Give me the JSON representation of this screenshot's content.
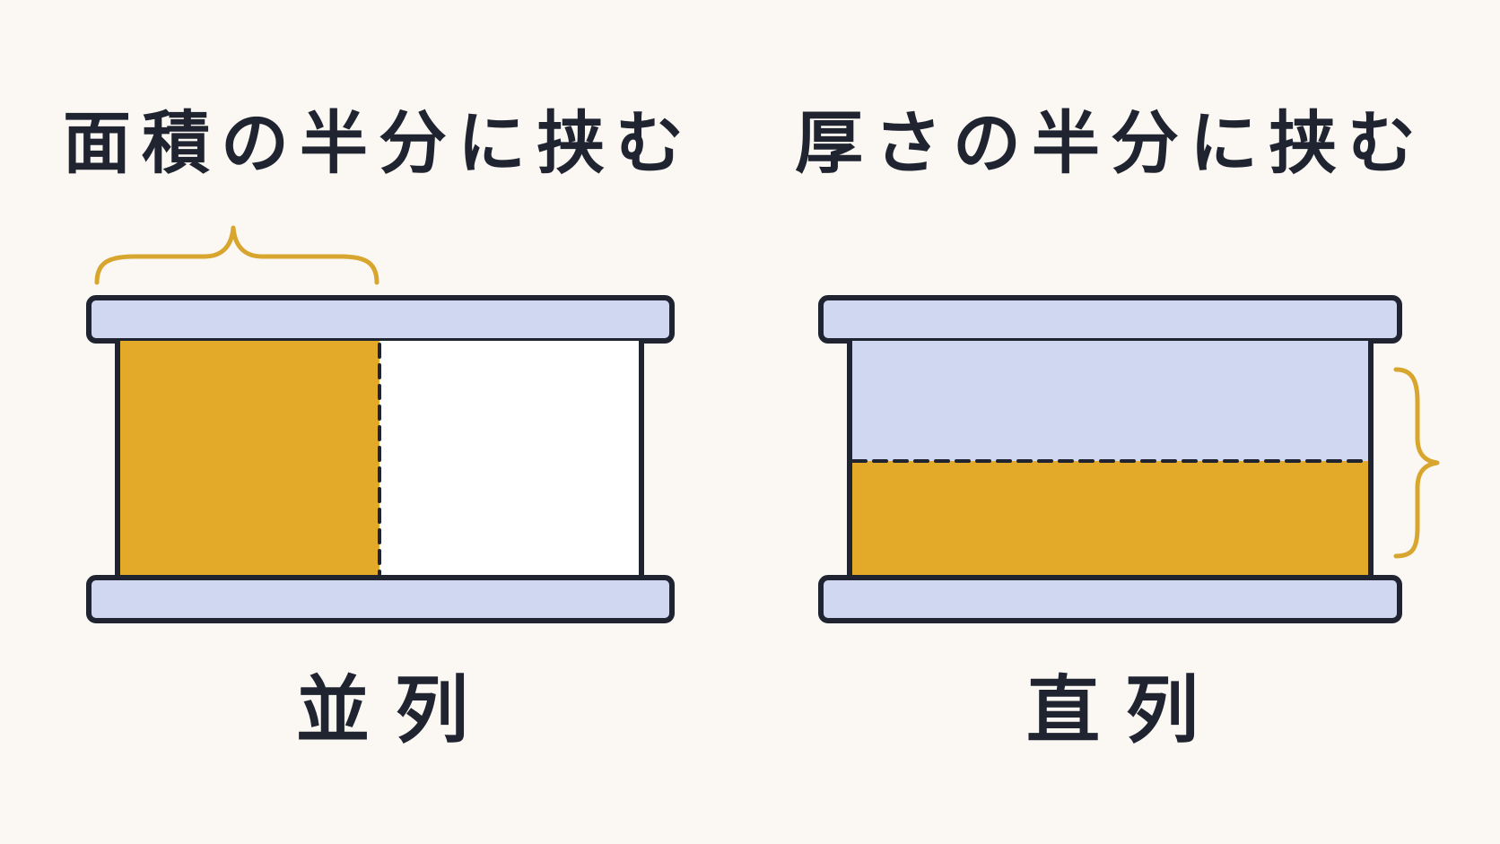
{
  "left_panel": {
    "title": "面積の半分に挟む",
    "label": "並列"
  },
  "right_panel": {
    "title": "厚さの半分に挟む",
    "label": "直列"
  },
  "colors": {
    "background": "#fbf8f3",
    "plate_fill": "#cfd8f0",
    "dielectric_fill": "#e3aa2a",
    "empty_fill": "#ffffff",
    "outline": "#1f2430",
    "brace": "#d8a62e"
  }
}
